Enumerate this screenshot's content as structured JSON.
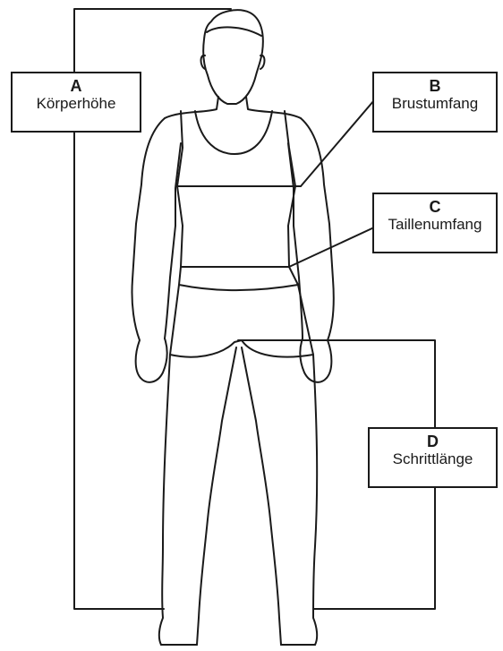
{
  "colors": {
    "line": "#1a1a1a",
    "background": "#ffffff"
  },
  "measurements": [
    {
      "letter": "A",
      "label": "Körperhöhe"
    },
    {
      "letter": "B",
      "label": "Brustumfang"
    },
    {
      "letter": "C",
      "label": "Taillenumfang"
    },
    {
      "letter": "D",
      "label": "Schrittlänge"
    }
  ]
}
